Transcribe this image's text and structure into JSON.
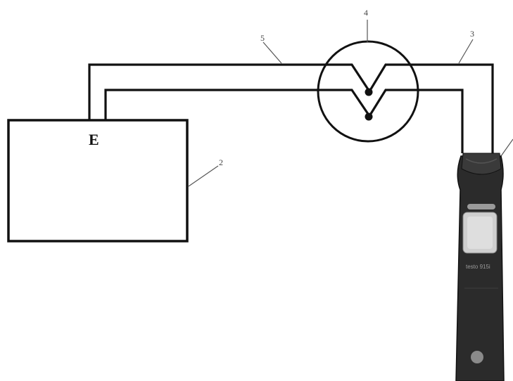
{
  "source_label": "E",
  "callouts": {
    "source": "2",
    "wire_to_meter": "3",
    "junction": "4",
    "wire_to_source": "5"
  },
  "device": {
    "model_text": "testo 915i"
  }
}
